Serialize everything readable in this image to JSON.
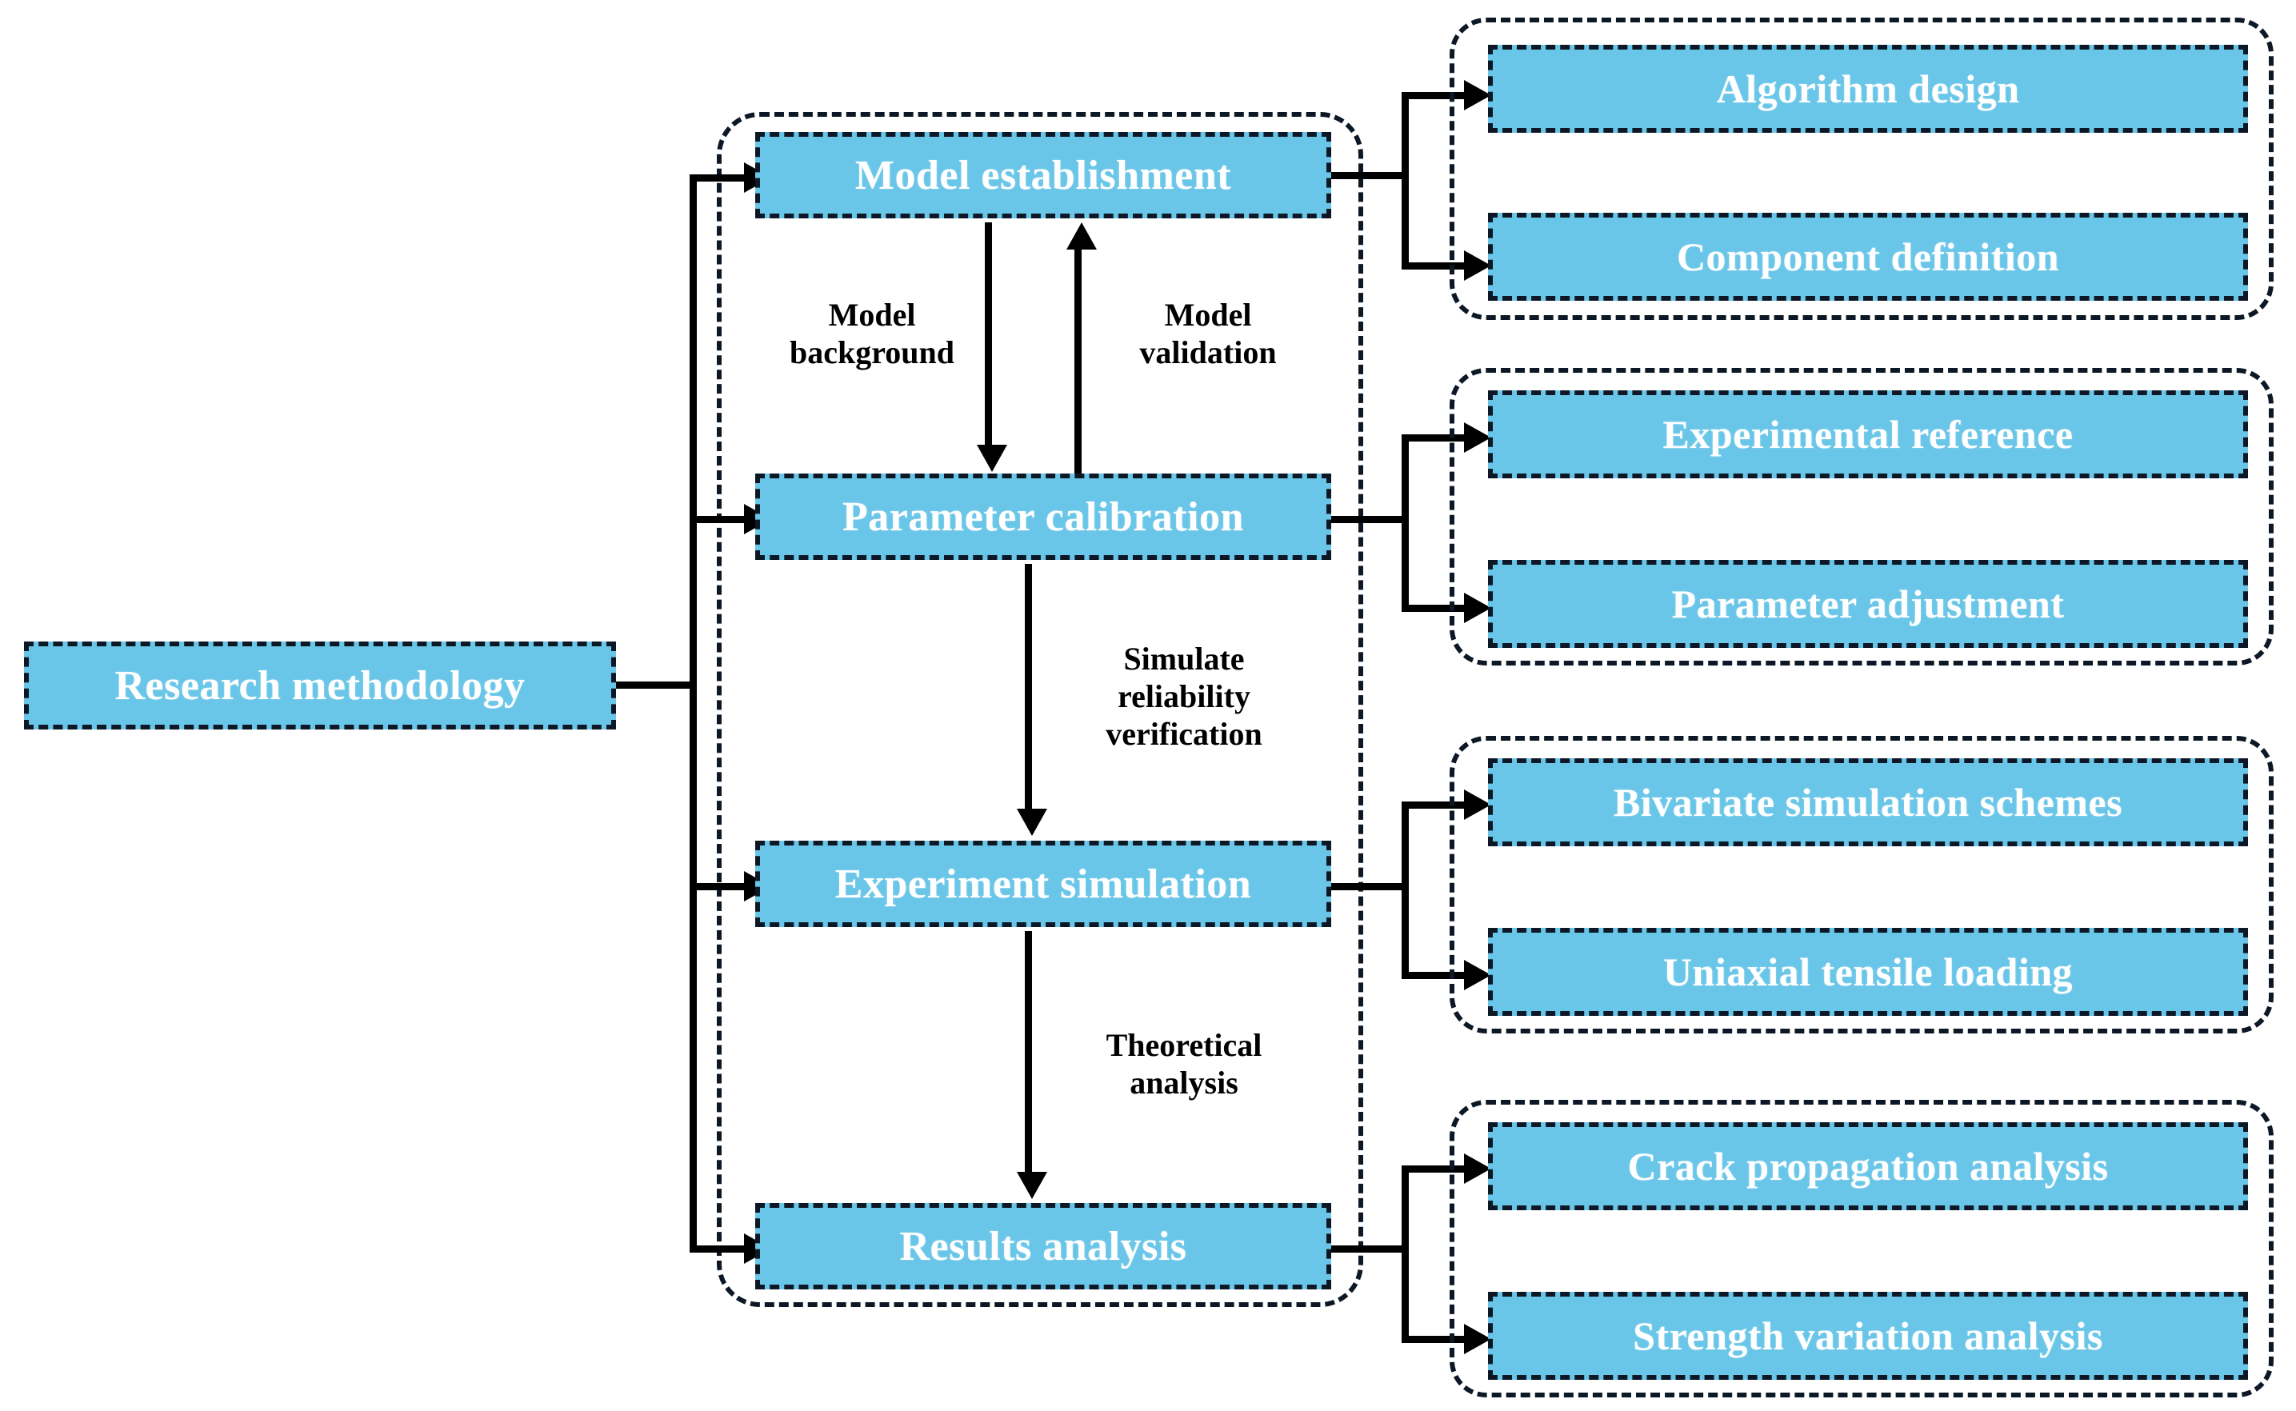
{
  "diagram": {
    "title": "Research methodology flowchart",
    "colors": {
      "node_fill": "#69C6E8",
      "node_text": "#FFFFFF",
      "border": "#0D1826",
      "connector": "#000000",
      "background": "#FFFFFF"
    },
    "root": {
      "label": "Research methodology"
    },
    "stages": [
      {
        "label": "Model establishment"
      },
      {
        "label": "Parameter calibration"
      },
      {
        "label": "Experiment simulation"
      },
      {
        "label": "Results analysis"
      }
    ],
    "stage_edges": [
      {
        "label": "Model\nbackground",
        "direction": "down"
      },
      {
        "label": "Model\nvalidation",
        "direction": "up"
      },
      {
        "label": "Simulate\nreliability\nverification",
        "direction": "down"
      },
      {
        "label": "Theoretical\nanalysis",
        "direction": "down"
      }
    ],
    "detail_groups": [
      {
        "for_stage": "Model establishment",
        "items": [
          {
            "label": "Algorithm design"
          },
          {
            "label": "Component definition"
          }
        ]
      },
      {
        "for_stage": "Parameter calibration",
        "items": [
          {
            "label": "Experimental reference"
          },
          {
            "label": "Parameter adjustment"
          }
        ]
      },
      {
        "for_stage": "Experiment simulation",
        "items": [
          {
            "label": "Bivariate simulation schemes"
          },
          {
            "label": "Uniaxial tensile loading"
          }
        ]
      },
      {
        "for_stage": "Results analysis",
        "items": [
          {
            "label": "Crack propagation analysis"
          },
          {
            "label": "Strength variation analysis"
          }
        ]
      }
    ]
  }
}
